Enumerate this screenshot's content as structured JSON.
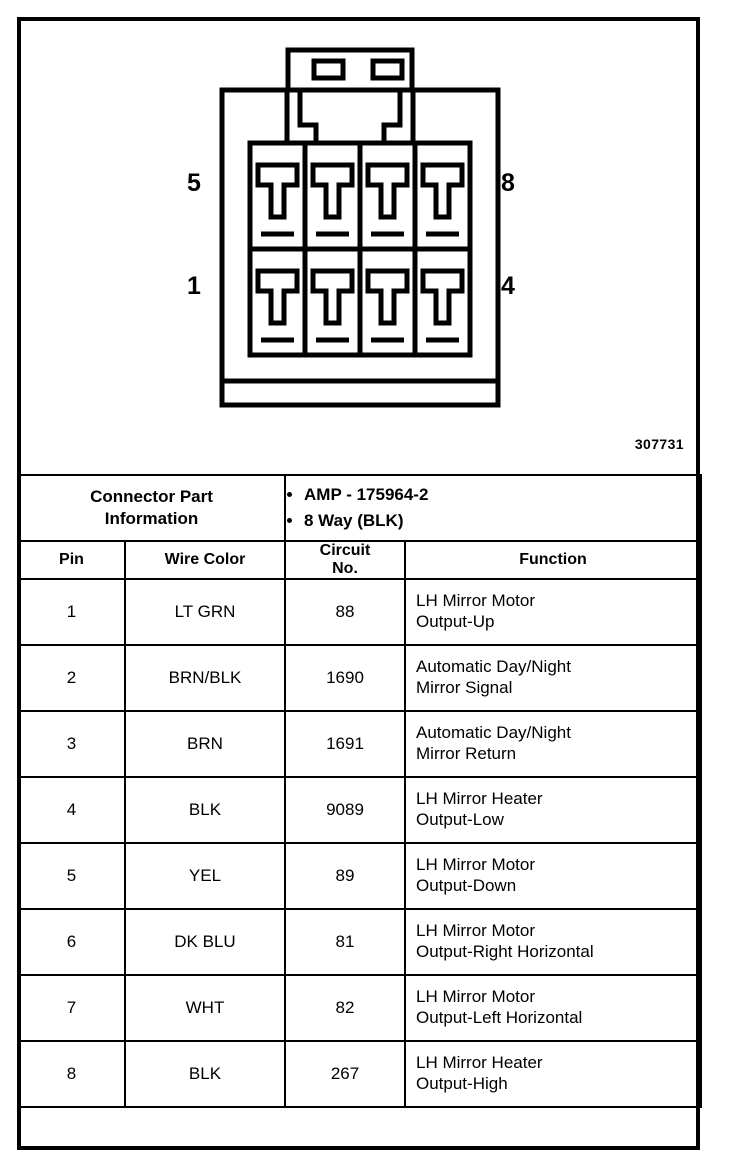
{
  "drawing_number": "307731",
  "diagram": {
    "name": "connector-face-view",
    "pin_labels": {
      "top_left": "5",
      "bottom_left": "1",
      "top_right": "8",
      "bottom_right": "4"
    },
    "cavity_count": 8,
    "rows": 2,
    "columns": 4
  },
  "connector_part_information": {
    "label_line1": "Connector Part",
    "label_line2": "Information",
    "bullets": [
      "AMP - 175964-2",
      "8 Way (BLK)"
    ]
  },
  "table": {
    "headers": {
      "pin": "Pin",
      "wire_color": "Wire Color",
      "circuit_no_line1": "Circuit",
      "circuit_no_line2": "No.",
      "function": "Function"
    },
    "rows": [
      {
        "pin": "1",
        "wire_color": "LT GRN",
        "circuit_no": "88",
        "function_line1": "LH Mirror Motor",
        "function_line2": "Output-Up"
      },
      {
        "pin": "2",
        "wire_color": "BRN/BLK",
        "circuit_no": "1690",
        "function_line1": "Automatic Day/Night",
        "function_line2": "Mirror Signal"
      },
      {
        "pin": "3",
        "wire_color": "BRN",
        "circuit_no": "1691",
        "function_line1": "Automatic Day/Night",
        "function_line2": "Mirror Return"
      },
      {
        "pin": "4",
        "wire_color": "BLK",
        "circuit_no": "9089",
        "function_line1": "LH Mirror Heater",
        "function_line2": "Output-Low"
      },
      {
        "pin": "5",
        "wire_color": "YEL",
        "circuit_no": "89",
        "function_line1": "LH Mirror Motor",
        "function_line2": "Output-Down"
      },
      {
        "pin": "6",
        "wire_color": "DK BLU",
        "circuit_no": "81",
        "function_line1": "LH Mirror Motor",
        "function_line2": "Output-Right Horizontal"
      },
      {
        "pin": "7",
        "wire_color": "WHT",
        "circuit_no": "82",
        "function_line1": "LH Mirror Motor",
        "function_line2": "Output-Left Horizontal"
      },
      {
        "pin": "8",
        "wire_color": "BLK",
        "circuit_no": "267",
        "function_line1": "LH Mirror Heater",
        "function_line2": "Output-High"
      }
    ]
  },
  "colors": {
    "ink": "#000000",
    "paper": "#ffffff"
  }
}
